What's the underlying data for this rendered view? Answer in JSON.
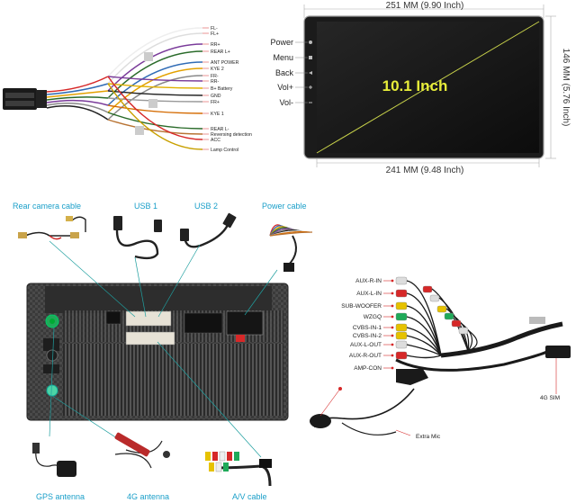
{
  "harness": {
    "labels": [
      "FL-",
      "FL+",
      "RR+",
      "REAR L+",
      "ANT POWER",
      "KYE 2",
      "FR-",
      "RR-",
      "B+  Battery",
      "GND",
      "FR+",
      "KYE 1",
      "REAR L-",
      "Reversing detection",
      "ACC",
      "Lamp Control"
    ]
  },
  "screen": {
    "width_label": "251 MM (9.90 Inch)",
    "inner_width_label": "241 MM (9.48 Inch)",
    "height_label": "146 MM (5.76 Inch)",
    "size_label": "10.1 Inch",
    "buttons": [
      "Power",
      "Menu",
      "Back",
      "Vol+",
      "Vol-"
    ]
  },
  "cables": {
    "rear_camera": "Rear camera cable",
    "usb1": "USB 1",
    "usb2": "USB 2",
    "power": "Power cable",
    "gps": "GPS antenna",
    "lte": "4G antenna",
    "av": "A/V cable"
  },
  "av_breakout": {
    "labels": [
      "AUX-R-IN",
      "AUX-L-IN",
      "SUB-WOOFER",
      "WZGQ",
      "CVBS-IN-1",
      "CVBS-IN-2",
      "AUX-L-OUT",
      "AUX-R-OUT",
      "AMP-CON"
    ],
    "sim": "4G SIM",
    "mic": "Extra Mic"
  },
  "colors": {
    "screen_bezel": "#1b1b1b",
    "screen_glass": "#121212",
    "diag": "#c8d24a",
    "size_text": "#e8ee3a",
    "accent_red": "#d62828",
    "cyan": "#1a9fc9",
    "leader": "#1f9f9f"
  }
}
